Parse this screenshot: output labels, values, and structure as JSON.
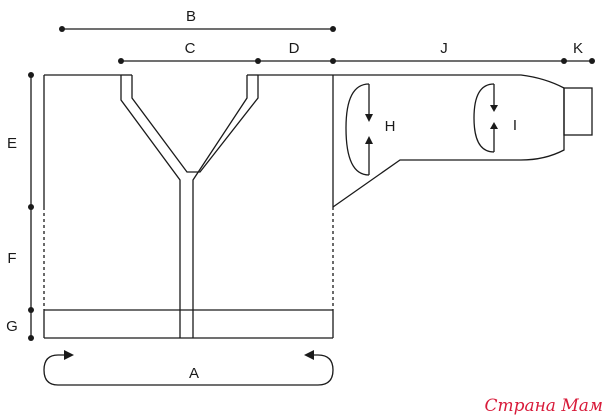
{
  "labels": {
    "A": "A",
    "B": "B",
    "C": "C",
    "D": "D",
    "E": "E",
    "F": "F",
    "G": "G",
    "H": "H",
    "I": "I",
    "J": "J",
    "K": "K"
  },
  "watermark": "Страна Мам",
  "colors": {
    "line": "#1a1a1a",
    "watermark": "#d81b3a"
  }
}
